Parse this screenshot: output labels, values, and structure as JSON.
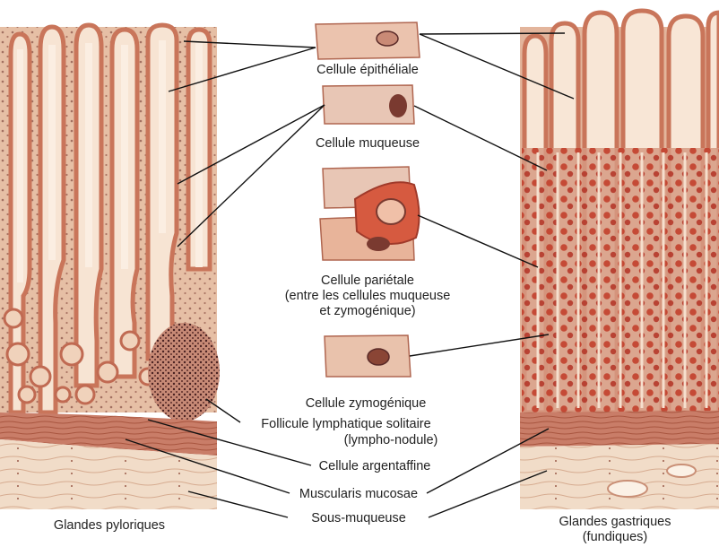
{
  "labels": {
    "epithelial": "Cellule épithéliale",
    "mucous": "Cellule muqueuse",
    "parietal_1": "Cellule pariétale",
    "parietal_2": "(entre les cellules muqueuse",
    "parietal_3": "et zymogénique)",
    "zymogenic": "Cellule zymogénique",
    "follicle_1": "Follicule lymphatique solitaire",
    "follicle_2": "(lympho-nodule)",
    "argentaffin": "Cellule argentaffine",
    "muscularis": "Muscularis mucosae",
    "submucosa": "Sous-muqueuse",
    "pyloric": "Glandes pyloriques",
    "gastric_1": "Glandes gastriques",
    "gastric_2": "(fundiques)"
  },
  "colors": {
    "tissue_light": "#e9c7ae",
    "tissue_mid": "#d9a58a",
    "gland_wall": "#c9755a",
    "nucleus": "#5a2a28",
    "parietal_red": "#c2402c",
    "muscle": "#c97d68",
    "submucosa": "#f1dcc8",
    "leader": "#111111"
  }
}
